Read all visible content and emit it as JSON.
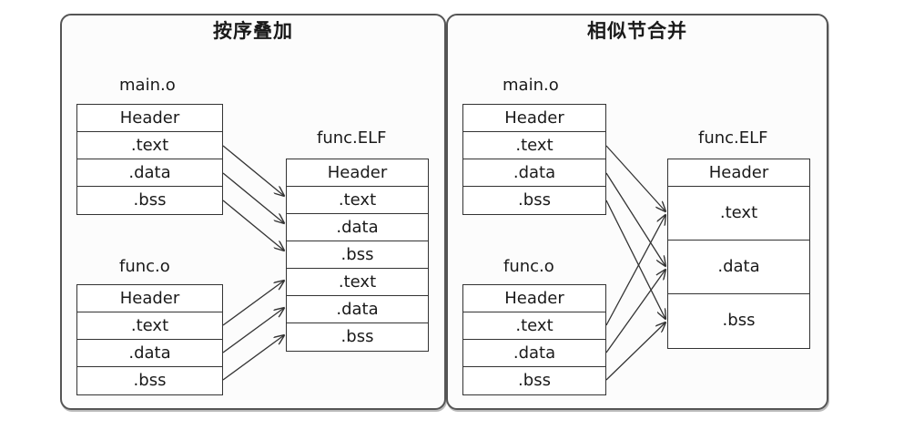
{
  "left_panel": {
    "title": "按序叠加",
    "main_file": {
      "label": "main.o",
      "sections": [
        "Header",
        ".text",
        ".data",
        ".bss"
      ]
    },
    "func_file": {
      "label": "func.o",
      "sections": [
        "Header",
        ".text",
        ".data",
        ".bss"
      ]
    },
    "output": {
      "label": "func.ELF",
      "sections": [
        "Header",
        ".text",
        ".data",
        ".bss",
        ".text",
        ".data",
        ".bss"
      ]
    }
  },
  "right_panel": {
    "title": "相似节合并",
    "main_file": {
      "label": "main.o",
      "sections": [
        "Header",
        ".text",
        ".data",
        ".bss"
      ]
    },
    "func_file": {
      "label": "func.o",
      "sections": [
        "Header",
        ".text",
        ".data",
        ".bss"
      ]
    },
    "output": {
      "label": "func.ELF",
      "sections": [
        "Header",
        ".text",
        ".data",
        ".bss"
      ]
    }
  }
}
